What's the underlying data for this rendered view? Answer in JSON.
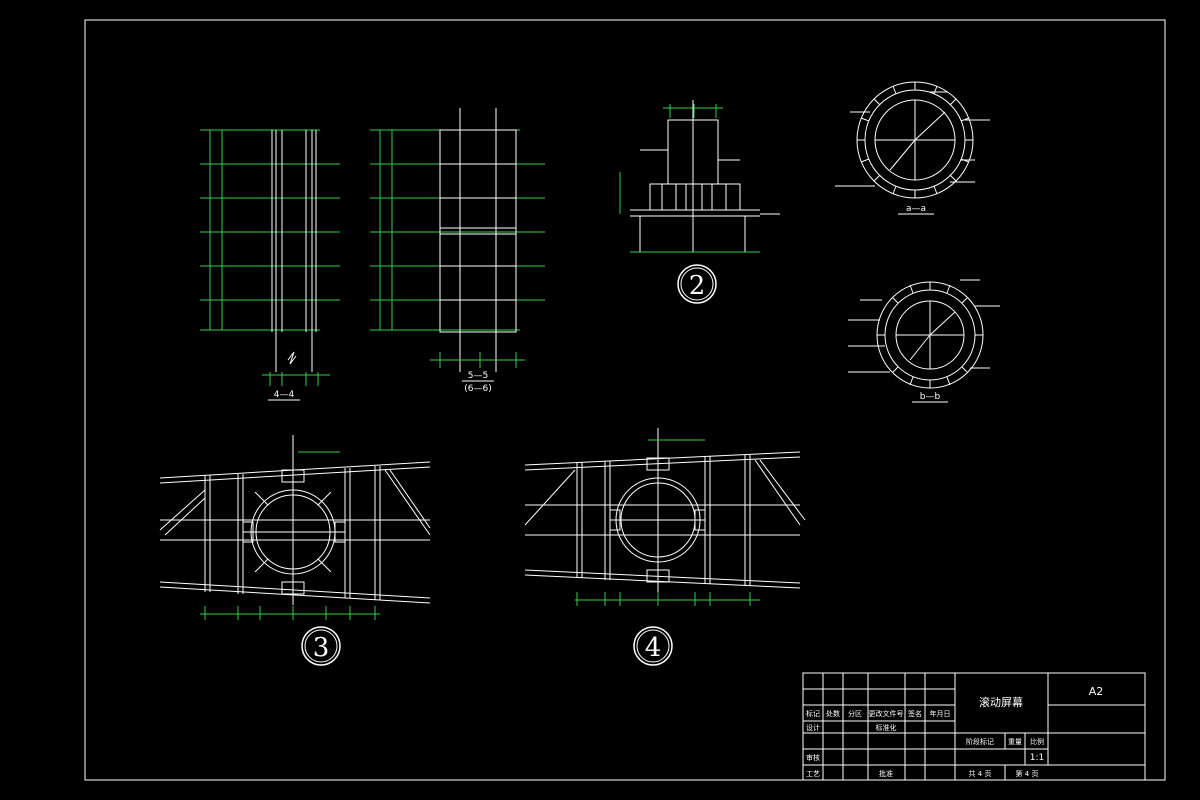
{
  "views": {
    "section_4_label": "4—4",
    "section_5_label": "5—5",
    "section_6_label": "(6—6)",
    "section_a_label": "a—a",
    "section_b_label": "b—b",
    "detail_2": "2",
    "detail_3": "3",
    "detail_4": "4"
  },
  "title_block": {
    "drawing_title": "滚动屏幕",
    "sheet_size": "A2",
    "header_row": [
      "标记",
      "处数",
      "分区",
      "更改文件号",
      "签名",
      "年月日"
    ],
    "design_label": "设计",
    "standardize_label": "标准化",
    "review_label": "审核",
    "process_label": "工艺",
    "approve_label": "批准",
    "stage_mark_label": "阶段标记",
    "weight_label": "重量",
    "scale_label": "比例",
    "scale_value": "1:1",
    "total_sheets": "共 4 页",
    "sheet_no": "第 4 页"
  }
}
